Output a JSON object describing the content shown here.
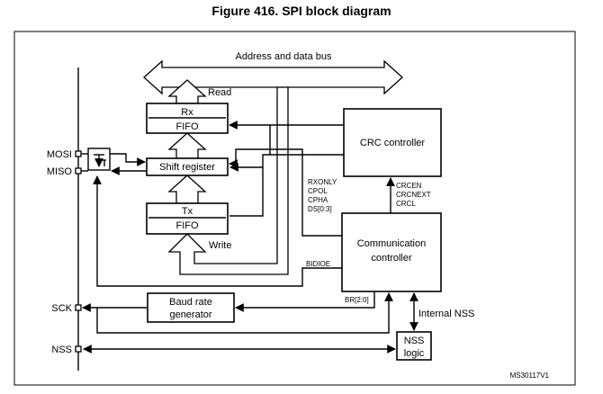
{
  "figure": {
    "title": "Figure 416. SPI block diagram",
    "code": "MS30117V1"
  },
  "labels": {
    "bus": "Address and data bus",
    "read": "Read",
    "write": "Write",
    "rx_fifo": [
      "Rx",
      "FIFO"
    ],
    "tx_fifo": [
      "Tx",
      "FIFO"
    ],
    "shift_register": "Shift register",
    "crc_controller": "CRC controller",
    "comm_controller": [
      "Communication",
      "controller"
    ],
    "baud_rate": [
      "Baud rate",
      "generator"
    ],
    "nss_logic": [
      "NSS",
      "logic"
    ],
    "internal_nss": "Internal NSS",
    "ctrl_signals": [
      "RXONLY",
      "CPOL",
      "CPHA",
      "DS[0:3]"
    ],
    "crc_signals": [
      "CRCEN",
      "CRCNEXT",
      "CRCL"
    ],
    "bidioe": "BIDIOE",
    "br": "BR[2:0]"
  },
  "pins": [
    "MOSI",
    "MISO",
    "SCK",
    "NSS"
  ]
}
